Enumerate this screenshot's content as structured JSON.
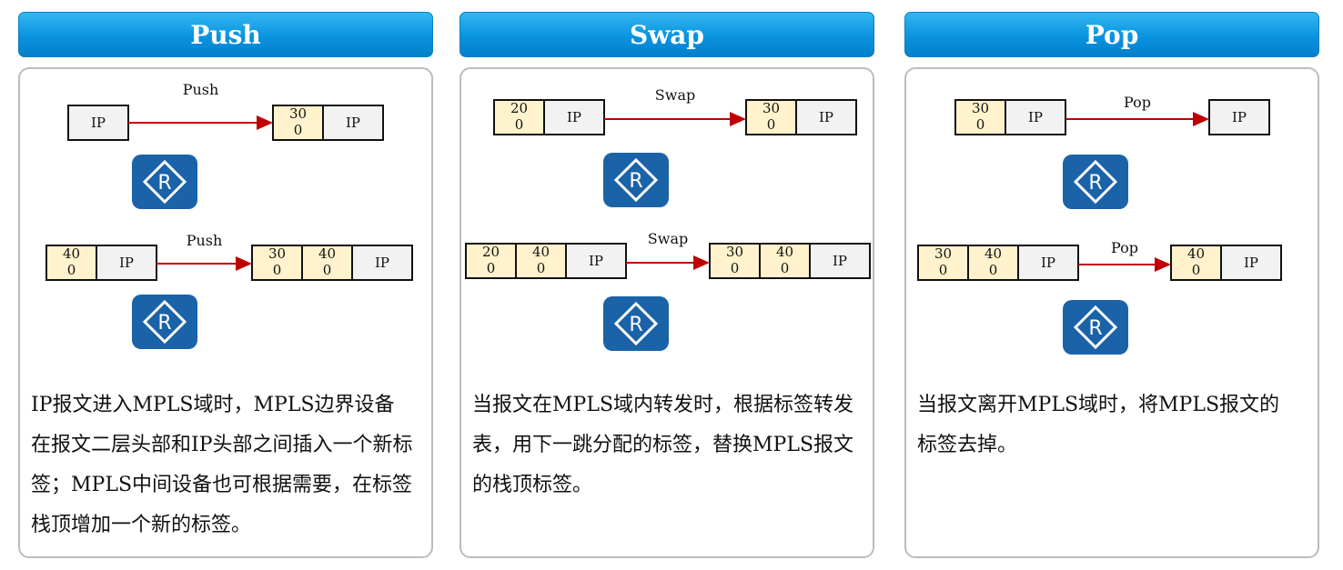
{
  "columns": [
    {
      "title": "Push",
      "top": {
        "op": "Push",
        "in": [
          "IP"
        ],
        "out": [
          "30\n0",
          "IP"
        ]
      },
      "bottom": {
        "op": "Push",
        "in": [
          "40\n0",
          "IP"
        ],
        "out": [
          "30\n0",
          "40\n0",
          "IP"
        ]
      },
      "router_label": "R",
      "description": "IP报文进入MPLS域时，MPLS边界设备在报文二层头部和IP头部之间插入一个新标签；MPLS中间设备也可根据需要，在标签栈顶增加一个新的标签。"
    },
    {
      "title": "Swap",
      "top": {
        "op": "Swap",
        "in": [
          "20\n0",
          "IP"
        ],
        "out": [
          "30\n0",
          "IP"
        ]
      },
      "bottom": {
        "op": "Swap",
        "in": [
          "20\n0",
          "40\n0",
          "IP"
        ],
        "out": [
          "30\n0",
          "40\n0",
          "IP"
        ]
      },
      "router_label": "R",
      "description": "当报文在MPLS域内转发时，根据标签转发表，用下一跳分配的标签，替换MPLS报文的栈顶标签。"
    },
    {
      "title": "Pop",
      "top": {
        "op": "Pop",
        "in": [
          "30\n0",
          "IP"
        ],
        "out": [
          "IP"
        ]
      },
      "bottom": {
        "op": "Pop",
        "in": [
          "30\n0",
          "40\n0",
          "IP"
        ],
        "out": [
          "40\n0",
          "IP"
        ]
      },
      "router_label": "R",
      "description": "当报文离开MPLS域时，将MPLS报文的标签去掉。"
    }
  ],
  "colors": {
    "header": "#0a93e0",
    "label_fill": "#fff2cc",
    "ip_fill": "#f2f2f2",
    "arrow": "#c00000",
    "router": "#1a63a8"
  }
}
